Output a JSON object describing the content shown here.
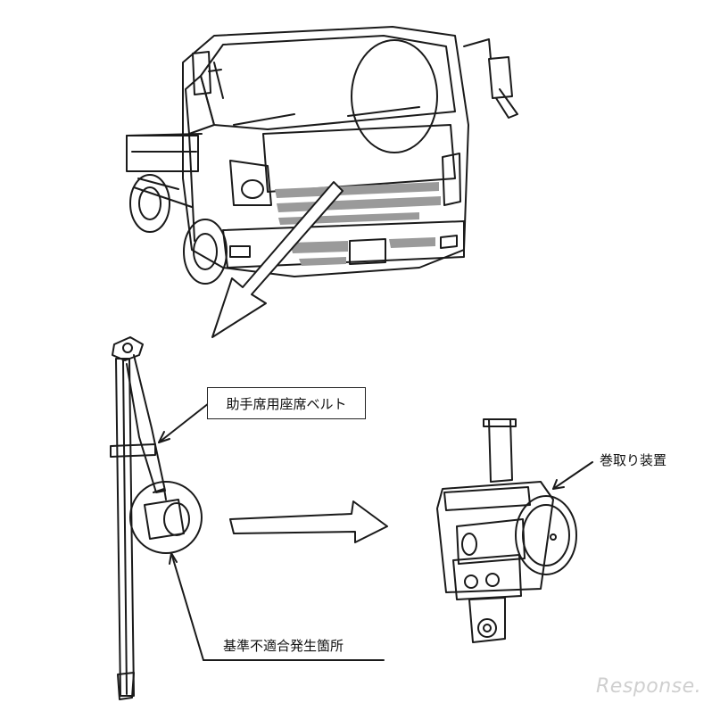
{
  "labels": {
    "seat_belt": "助手席用座席ベルト",
    "retractor": "巻取り装置",
    "defect_location": "基準不適合発生箇所"
  },
  "watermark": {
    "text": "Response."
  },
  "icons": [
    "truck-illustration",
    "magnify-circle",
    "seat-belt-illustration",
    "retractor-illustration",
    "arrow"
  ],
  "colors": {
    "line": "#1a1a1a",
    "grille": "#9a9a9a",
    "watermark": "#cfcfcf"
  }
}
